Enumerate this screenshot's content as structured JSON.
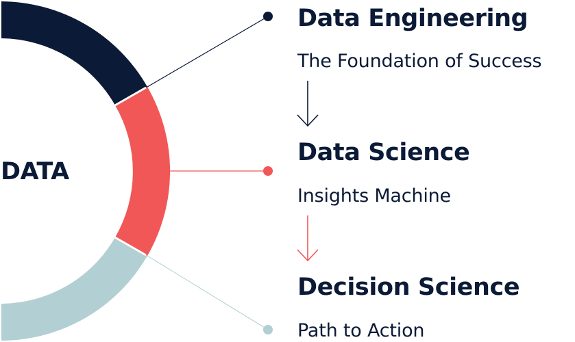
{
  "center": {
    "label": "DATA"
  },
  "colors": {
    "navy": "#0b1a36",
    "coral": "#f25757",
    "teal": "#b2cfd3",
    "text": "#0b1a36",
    "background": "#ffffff"
  },
  "stages": [
    {
      "title": "Data Engineering",
      "subtitle": "The Foundation of Success",
      "color_key": "navy",
      "arrow_color_key": "navy"
    },
    {
      "title": "Data Science",
      "subtitle": "Insights Machine",
      "color_key": "coral",
      "arrow_color_key": "coral"
    },
    {
      "title": "Decision Science",
      "subtitle": "Path to Action",
      "color_key": "teal"
    }
  ]
}
